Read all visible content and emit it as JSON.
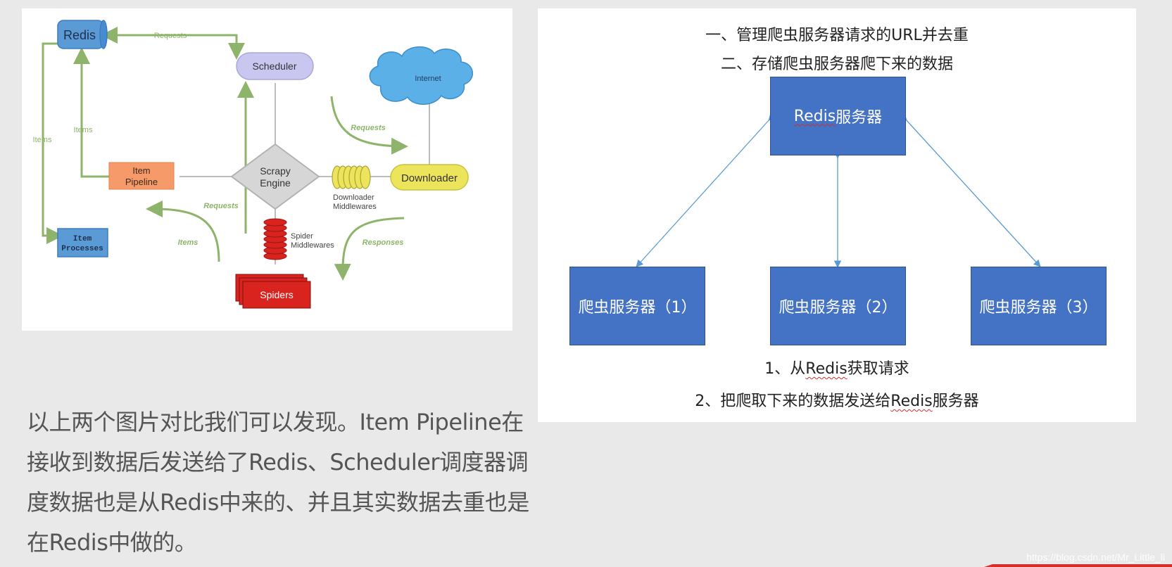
{
  "scrapy_diagram": {
    "redis": "Redis",
    "scheduler": "Scheduler",
    "internet": "Internet",
    "engine_line1": "Scrapy",
    "engine_line2": "Engine",
    "item_pipeline_line1": "Item",
    "item_pipeline_line2": "Pipeline",
    "downloader": "Downloader",
    "downloader_mw_line1": "Downloader",
    "downloader_mw_line2": "Middlewares",
    "spider_mw_line1": "Spider",
    "spider_mw_line2": "Middlewares",
    "spiders": "Spiders",
    "item_processes_line1": "Item",
    "item_processes_line2": "Processes",
    "label_requests_top": "Requests",
    "label_items_left": "Items",
    "label_items_inner": "Items",
    "label_requests_right": "Requests",
    "label_requests_mid": "Requests",
    "label_items_mid": "Items",
    "label_responses": "Responses"
  },
  "redis_diagram": {
    "heading_1": "一、管理爬虫服务器请求的URL并去重",
    "heading_2": "二、存储爬虫服务器爬下来的数据",
    "server": {
      "prefix": "Redis",
      "suffix": "服务器"
    },
    "crawler_1": "爬虫服务器（1）",
    "crawler_2": "爬虫服务器（2）",
    "crawler_3": "爬虫服务器（3）",
    "note_1": {
      "prefix": "1、从",
      "redis": "Redis",
      "suffix": "获取请求"
    },
    "note_2": {
      "prefix": "2、把爬取下来的数据发送给",
      "redis": "Redis",
      "suffix": "服务器"
    }
  },
  "caption": "以上两个图片对比我们可以发现。Item Pipeline在接收到数据后发送给了Redis、Scheduler调度器调度数据也是从Redis中来的、并且其实数据去重也是在Redis中做的。",
  "watermark": "https://blog.csdn.net/Mr_Little_li",
  "colors": {
    "arrow_green": "#8db46a",
    "redis_blue": "#5b9bd5",
    "scheduler_lavender": "#c9c7f0",
    "pipeline_orange": "#f79a69",
    "downloader_yellow": "#ece45a",
    "spider_red": "#d9231f",
    "server_box_blue": "#4472c4"
  }
}
